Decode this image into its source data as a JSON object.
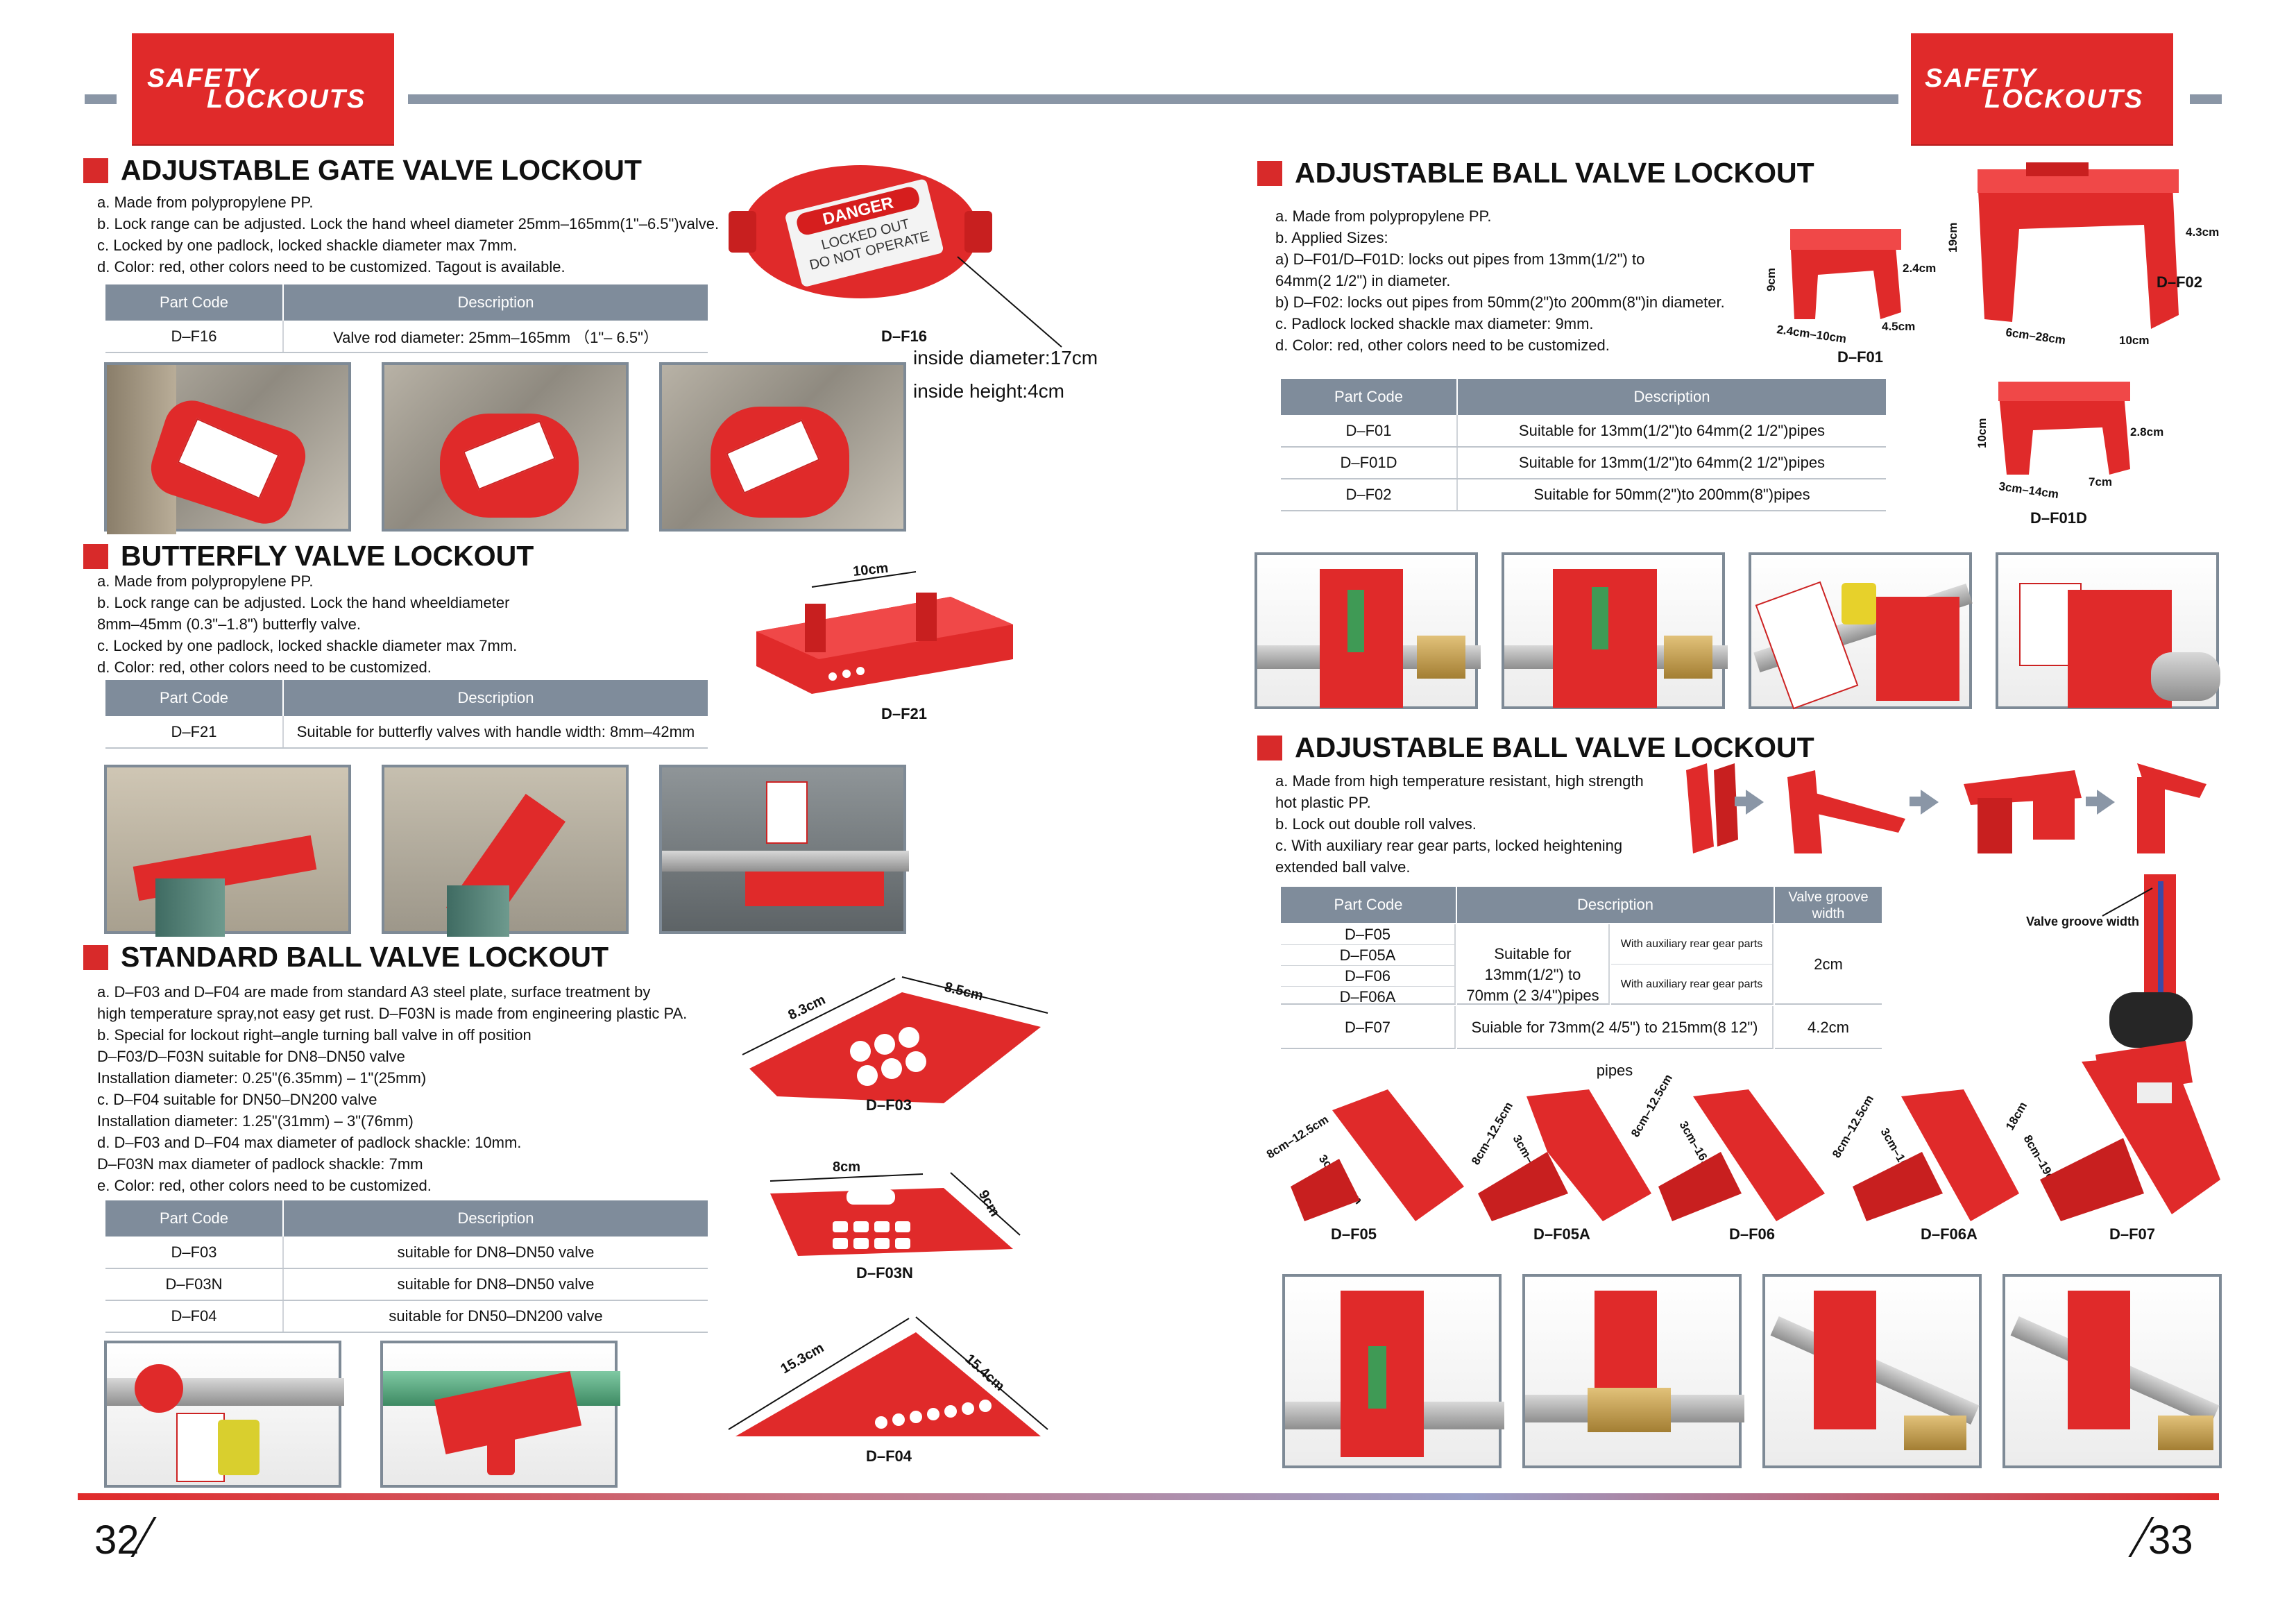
{
  "logo": {
    "line1": "SAFETY",
    "line2": "LOCKOUTS"
  },
  "gate": {
    "title": "ADJUSTABLE GATE VALVE LOCKOUT",
    "bullets": [
      "a.  Made from polypropylene PP.",
      "b.  Lock range can be adjusted. Lock the hand wheel diameter 25mm–165mm(1\"–6.5\")valve.",
      "c.  Locked by one padlock, locked shackle diameter max 7mm.",
      "d.  Color: red, other colors need to be customized. Tagout is available."
    ],
    "table": {
      "headers": [
        "Part Code",
        "Description"
      ],
      "rows": [
        [
          "D–F16",
          "Valve rod diameter: 25mm–165mm （1\"– 6.5\"）"
        ]
      ]
    },
    "code": "D–F16",
    "note1": "inside diameter:17cm",
    "note2": "inside height:4cm",
    "product_text": {
      "danger": "DANGER",
      "line1": "LOCKED OUT",
      "line2": "DO NOT OPERATE"
    }
  },
  "butterfly": {
    "title": "BUTTERFLY VALVE LOCKOUT",
    "bullets": [
      "a.  Made from polypropylene PP.",
      "b.  Lock range can be adjusted. Lock the hand wheeldiameter",
      "      8mm–45mm (0.3\"–1.8\") butterfly valve.",
      "c.  Locked by one padlock, locked shackle diameter max 7mm.",
      "d.  Color: red, other colors need to be customized."
    ],
    "table": {
      "headers": [
        "Part Code",
        "Description"
      ],
      "rows": [
        [
          "D–F21",
          "Suitable for butterfly valves with handle width: 8mm–42mm"
        ]
      ]
    },
    "code": "D–F21",
    "dim": "10cm"
  },
  "standard": {
    "title": "STANDARD BALL VALVE LOCKOUT",
    "bullets": [
      "a.  D–F03 and D–F04 are made from standard A3 steel plate, surface treatment by",
      "      high temperature spray,not easy get rust.  D–F03N is made from engineering plastic PA.",
      "b.  Special for lockout right–angle turning ball valve in off position",
      "      D–F03/D–F03N suitable for DN8–DN50 valve",
      "      Installation diameter: 0.25\"(6.35mm) – 1\"(25mm)",
      "c.  D–F04 suitable for DN50–DN200 valve",
      "      Installation diameter: 1.25\"(31mm) – 3\"(76mm)",
      "d.  D–F03 and D–F04 max diameter of padlock shackle: 10mm.",
      "      D–F03N max diameter of padlock shackle: 7mm",
      "e.  Color: red, other colors need to be customized."
    ],
    "table": {
      "headers": [
        "Part Code",
        "Description"
      ],
      "rows": [
        [
          "D–F03",
          "suitable for DN8–DN50 valve"
        ],
        [
          "D–F03N",
          "suitable for DN8–DN50 valve"
        ],
        [
          "D–F04",
          "suitable for DN50–DN200 valve"
        ]
      ]
    },
    "f03": {
      "code": "D–F03",
      "d1": "8.3cm",
      "d2": "8.5cm"
    },
    "f03n": {
      "code": "D–F03N",
      "d1": "8cm",
      "d2": "9cm"
    },
    "f04": {
      "code": "D–F04",
      "d1": "15.3cm",
      "d2": "15.4cm"
    }
  },
  "ball1": {
    "title": "ADJUSTABLE BALL VALVE LOCKOUT",
    "bullets": [
      "a.  Made from polypropylene PP.",
      "b.  Applied Sizes:",
      "      a) D–F01/D–F01D: locks out pipes from 13mm(1/2\") to",
      "      64mm(2 1/2\") in diameter.",
      "      b) D–F02: locks out pipes from 50mm(2\")to 200mm(8\")in diameter.",
      "c.  Padlock locked shackle max diameter: 9mm.",
      "d.  Color: red, other colors need to be customized."
    ],
    "table": {
      "headers": [
        "Part Code",
        "Description"
      ],
      "rows": [
        [
          "D–F01",
          "Suitable for 13mm(1/2\")to 64mm(2 1/2\")pipes"
        ],
        [
          "D–F01D",
          "Suitable for 13mm(1/2\")to 64mm(2 1/2\")pipes"
        ],
        [
          "D–F02",
          "Suitable for 50mm(2\")to 200mm(8\")pipes"
        ]
      ]
    },
    "f01": {
      "code": "D–F01",
      "d1": "9cm",
      "d2": "2.4cm",
      "d3": "2.4cm–10cm",
      "d4": "4.5cm"
    },
    "f02": {
      "code": "D–F02",
      "d1": "19cm",
      "d2": "4.3cm",
      "d3": "6cm–28cm",
      "d4": "10cm"
    },
    "f01d": {
      "code": "D–F01D",
      "d1": "10cm",
      "d2": "2.8cm",
      "d3": "3cm–14cm",
      "d4": "7cm"
    }
  },
  "ball2": {
    "title": "ADJUSTABLE BALL VALVE LOCKOUT",
    "bullets": [
      "a.  Made from high temperature resistant, high strength",
      "      hot plastic PP.",
      "b.  Lock out double roll valves.",
      "c.  With auxiliary rear gear parts, locked heightening",
      "      extended ball valve."
    ],
    "table": {
      "headers": [
        "Part Code",
        "Description",
        "Valve groove width"
      ],
      "codes_a": [
        "D–F05",
        "D–F05A",
        "D–F06",
        "D–F06A"
      ],
      "desc_a": "Suitable for 13mm(1/2\") to 70mm (2 3/4\")pipes",
      "aux1": "With auxiliary rear gear parts",
      "aux2": "With auxiliary rear gear parts",
      "width_a": "2cm",
      "code_b": "D–F07",
      "desc_b": "Suiable for 73mm(2 4/5\") to 215mm(8 12\") pipes",
      "width_b": "4.2cm"
    },
    "groove_label": "Valve groove width",
    "products": [
      {
        "code": "D–F05",
        "d1": "8cm–12.5cm",
        "d2": "3cm–10cm"
      },
      {
        "code": "D–F05A",
        "d1": "8cm–12.5cm",
        "d2": "3cm–10cm"
      },
      {
        "code": "D–F06",
        "d1": "8cm–12.5cm",
        "d2": "3cm–16.5cm"
      },
      {
        "code": "D–F06A",
        "d1": "8cm–12.5cm",
        "d2": "3cm–16cm"
      },
      {
        "code": "D–F07",
        "d1": "18cm",
        "d2": "8cm–19cm"
      }
    ]
  },
  "footer": {
    "left": "32",
    "right": "33"
  },
  "colors": {
    "accent": "#e02a2a",
    "table_header": "#7f8c9b",
    "bar": "#8a96a6"
  }
}
